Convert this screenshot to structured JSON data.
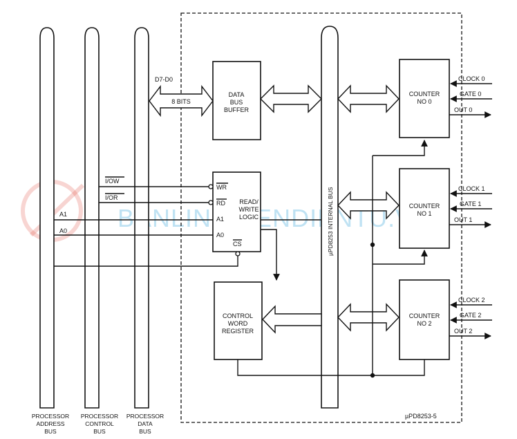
{
  "buses": {
    "address": [
      "PROCESSOR",
      "ADDRESS",
      "BUS"
    ],
    "control": [
      "PROCESSOR",
      "CONTROL",
      "BUS"
    ],
    "data": [
      "PROCESSOR",
      "DATA",
      "BUS"
    ]
  },
  "data_bus_label": "D7-D0",
  "eight_bits": "8 BITS",
  "blocks": {
    "data_bus_buffer": [
      "DATA",
      "BUS",
      "BUFFER"
    ],
    "read_write_logic": [
      "READ/",
      "WRITE",
      "LOGIC"
    ],
    "control_word_register": [
      "CONTROL",
      "WORD",
      "REGISTER"
    ],
    "counter0": [
      "COUNTER",
      "NO 0"
    ],
    "counter1": [
      "COUNTER",
      "NO 1"
    ],
    "counter2": [
      "COUNTER",
      "NO 2"
    ]
  },
  "pins": {
    "wr": "WR",
    "rd": "RD",
    "a1": "A1",
    "a0": "A0",
    "cs": "CS"
  },
  "control_signals": {
    "iow": "I/OW",
    "ior": "I/OR",
    "a1": "A1",
    "a0": "A0"
  },
  "internal_bus": "µPD8253 INTERNAL BUS",
  "counter_io": {
    "c0": {
      "clock": "CLOCK 0",
      "gate": "GATE 0",
      "out": "OUT 0"
    },
    "c1": {
      "clock": "CLOCK 1",
      "gate": "GATE 1",
      "out": "OUT 1"
    },
    "c2": {
      "clock": "CLOCK 2",
      "gate": "GATE 2",
      "out": "OUT 2"
    }
  },
  "chip_name": "µPD8253-5",
  "watermark": "BANLINHKIENDIENTU.VN"
}
